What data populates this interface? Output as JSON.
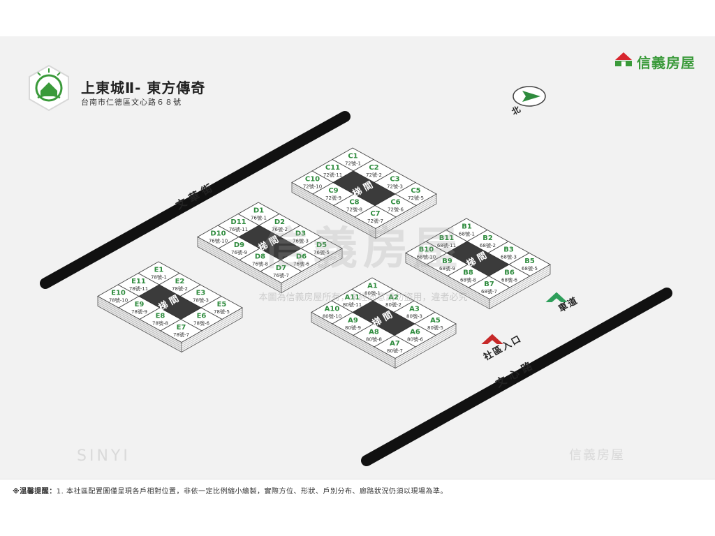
{
  "project": {
    "title": "上東城Ⅱ- 東方傳奇",
    "address": "台南市仁德區文心路６８號"
  },
  "brand": {
    "name": "信義房屋",
    "accent_color": "#3a9a3a",
    "logo_red": "#d7262e"
  },
  "north_label": "北",
  "roads": [
    {
      "name": "文華街"
    },
    {
      "name": "文心路"
    }
  ],
  "markers": {
    "entrance": {
      "label": "社區入口",
      "color": "#c62828"
    },
    "driveway": {
      "label": "車道",
      "color": "#2e9e5a"
    }
  },
  "stair_label": "梯 間",
  "buildings": [
    {
      "id": "C",
      "units": [
        {
          "code": "C1",
          "addr": "72號-1"
        },
        {
          "code": "C2",
          "addr": "72號-2"
        },
        {
          "code": "C3",
          "addr": "72號-3"
        },
        {
          "code": "C5",
          "addr": "72號-5"
        },
        {
          "code": "C6",
          "addr": "72號-6"
        },
        {
          "code": "C7",
          "addr": "72號-7"
        },
        {
          "code": "C8",
          "addr": "72號-8"
        },
        {
          "code": "C9",
          "addr": "72號-9"
        },
        {
          "code": "C10",
          "addr": "72號-10"
        },
        {
          "code": "C11",
          "addr": "72號-11"
        }
      ]
    },
    {
      "id": "D",
      "units": [
        {
          "code": "D1",
          "addr": "76號-1"
        },
        {
          "code": "D2",
          "addr": "76號-2"
        },
        {
          "code": "D3",
          "addr": "76號-3"
        },
        {
          "code": "D5",
          "addr": "76號-5"
        },
        {
          "code": "D6",
          "addr": "76號-6"
        },
        {
          "code": "D7",
          "addr": "76號-7"
        },
        {
          "code": "D8",
          "addr": "76號-8"
        },
        {
          "code": "D9",
          "addr": "76號-9"
        },
        {
          "code": "D10",
          "addr": "76號-10"
        },
        {
          "code": "D11",
          "addr": "76號-11"
        }
      ]
    },
    {
      "id": "B",
      "units": [
        {
          "code": "B1",
          "addr": "68號-1"
        },
        {
          "code": "B2",
          "addr": "68號-2"
        },
        {
          "code": "B3",
          "addr": "68號-3"
        },
        {
          "code": "B5",
          "addr": "68號-5"
        },
        {
          "code": "B6",
          "addr": "68號-6"
        },
        {
          "code": "B7",
          "addr": "68號-7"
        },
        {
          "code": "B8",
          "addr": "68號-8"
        },
        {
          "code": "B9",
          "addr": "68號-9"
        },
        {
          "code": "B10",
          "addr": "68號-10"
        },
        {
          "code": "B11",
          "addr": "68號-11"
        }
      ]
    },
    {
      "id": "E",
      "units": [
        {
          "code": "E1",
          "addr": "78號-1"
        },
        {
          "code": "E2",
          "addr": "78號-2"
        },
        {
          "code": "E3",
          "addr": "78號-3"
        },
        {
          "code": "E5",
          "addr": "78號-5"
        },
        {
          "code": "E6",
          "addr": "78號-6"
        },
        {
          "code": "E7",
          "addr": "78號-7"
        },
        {
          "code": "E8",
          "addr": "78號-8"
        },
        {
          "code": "E9",
          "addr": "78號-9"
        },
        {
          "code": "E10",
          "addr": "78號-10"
        },
        {
          "code": "E11",
          "addr": "78號-11"
        }
      ]
    },
    {
      "id": "A",
      "units": [
        {
          "code": "A1",
          "addr": "80號-1"
        },
        {
          "code": "A2",
          "addr": "80號-2"
        },
        {
          "code": "A3",
          "addr": "80號-3"
        },
        {
          "code": "A5",
          "addr": "80號-5"
        },
        {
          "code": "A6",
          "addr": "80號-6"
        },
        {
          "code": "A7",
          "addr": "80號-7"
        },
        {
          "code": "A8",
          "addr": "80號-8"
        },
        {
          "code": "A9",
          "addr": "80號-9"
        },
        {
          "code": "A10",
          "addr": "80號-10"
        },
        {
          "code": "A11",
          "addr": "80號-11"
        }
      ]
    }
  ],
  "notice": {
    "lead": "※溫馨提醒：",
    "text": "1. 本社區配置圖僅呈現各戶相對位置，非依一定比例縮小繪製，實際方位、形狀、戶別分布、廊路狀況仍須以現場為準。"
  },
  "watermarks": {
    "center_big": "信義房屋",
    "center_text": "本圖為信義房屋所有，未經同意請勿盜用，違者必究",
    "corner_latin": "SINYI",
    "corner_cjk": "信義房屋"
  }
}
